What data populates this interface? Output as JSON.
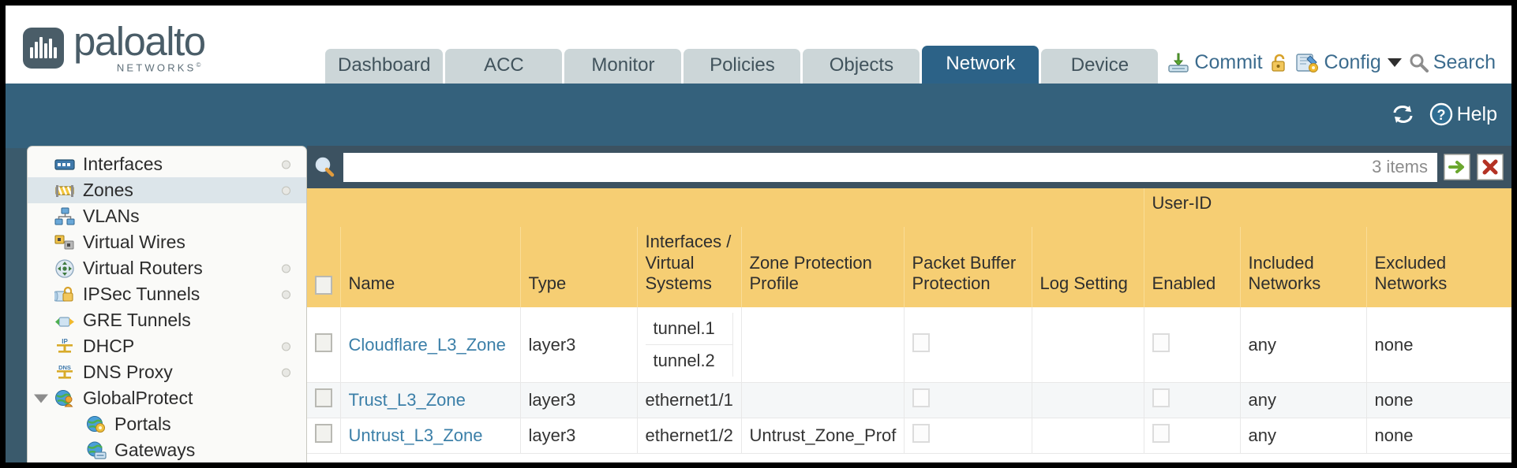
{
  "header": {
    "brand_name": "paloalto",
    "brand_sub": "NETWORKS",
    "brand_sub_mark": "©",
    "tabs": [
      {
        "label": "Dashboard",
        "active": false
      },
      {
        "label": "ACC",
        "active": false
      },
      {
        "label": "Monitor",
        "active": false
      },
      {
        "label": "Policies",
        "active": false
      },
      {
        "label": "Objects",
        "active": false
      },
      {
        "label": "Network",
        "active": true
      },
      {
        "label": "Device",
        "active": false
      }
    ],
    "actions": {
      "commit": "Commit",
      "config": "Config",
      "search": "Search"
    }
  },
  "band": {
    "help": "Help"
  },
  "sidebar": {
    "items": [
      {
        "label": "Interfaces",
        "icon": "interfaces-icon",
        "selected": false,
        "dot": true,
        "child": false,
        "expander": false
      },
      {
        "label": "Zones",
        "icon": "zones-icon",
        "selected": true,
        "dot": true,
        "child": false,
        "expander": false
      },
      {
        "label": "VLANs",
        "icon": "vlans-icon",
        "selected": false,
        "dot": false,
        "child": false,
        "expander": false
      },
      {
        "label": "Virtual Wires",
        "icon": "virtual-wires-icon",
        "selected": false,
        "dot": false,
        "child": false,
        "expander": false
      },
      {
        "label": "Virtual Routers",
        "icon": "virtual-routers-icon",
        "selected": false,
        "dot": true,
        "child": false,
        "expander": false
      },
      {
        "label": "IPSec Tunnels",
        "icon": "ipsec-tunnels-icon",
        "selected": false,
        "dot": true,
        "child": false,
        "expander": false
      },
      {
        "label": "GRE Tunnels",
        "icon": "gre-tunnels-icon",
        "selected": false,
        "dot": false,
        "child": false,
        "expander": false
      },
      {
        "label": "DHCP",
        "icon": "dhcp-icon",
        "selected": false,
        "dot": true,
        "child": false,
        "expander": false
      },
      {
        "label": "DNS Proxy",
        "icon": "dns-proxy-icon",
        "selected": false,
        "dot": true,
        "child": false,
        "expander": false
      },
      {
        "label": "GlobalProtect",
        "icon": "globalprotect-icon",
        "selected": false,
        "dot": false,
        "child": false,
        "expander": true
      },
      {
        "label": "Portals",
        "icon": "portals-icon",
        "selected": false,
        "dot": false,
        "child": true,
        "expander": false
      },
      {
        "label": "Gateways",
        "icon": "gateways-icon",
        "selected": false,
        "dot": false,
        "child": true,
        "expander": false
      }
    ]
  },
  "search": {
    "value": "",
    "placeholder": "",
    "item_count": "3 items"
  },
  "table": {
    "group_header": "User-ID",
    "columns": [
      "Name",
      "Type",
      "Interfaces / Virtual Systems",
      "Zone Protection Profile",
      "Packet Buffer Protection",
      "Log Setting",
      "Enabled",
      "Included Networks",
      "Excluded Networks"
    ],
    "rows": [
      {
        "name": "Cloudflare_L3_Zone",
        "type": "layer3",
        "interfaces": [
          "tunnel.1",
          "tunnel.2"
        ],
        "zone_protection_profile": "",
        "packet_buffer_protection": false,
        "log_setting": "",
        "userid_enabled": false,
        "included_networks": "any",
        "excluded_networks": "none"
      },
      {
        "name": "Trust_L3_Zone",
        "type": "layer3",
        "interfaces": [
          "ethernet1/1"
        ],
        "zone_protection_profile": "",
        "packet_buffer_protection": false,
        "log_setting": "",
        "userid_enabled": false,
        "included_networks": "any",
        "excluded_networks": "none"
      },
      {
        "name": "Untrust_L3_Zone",
        "type": "layer3",
        "interfaces": [
          "ethernet1/2"
        ],
        "zone_protection_profile": "Untrust_Zone_Prof",
        "packet_buffer_protection": false,
        "log_setting": "",
        "userid_enabled": false,
        "included_networks": "any",
        "excluded_networks": "none"
      }
    ]
  },
  "colors": {
    "brand_slate": "#4a5d68",
    "tab_active": "#2c6287",
    "band_blue": "#34617c",
    "table_header": "#f6ce73",
    "table_group_header": "#e8bb55",
    "link_blue": "#3b7fa8"
  }
}
